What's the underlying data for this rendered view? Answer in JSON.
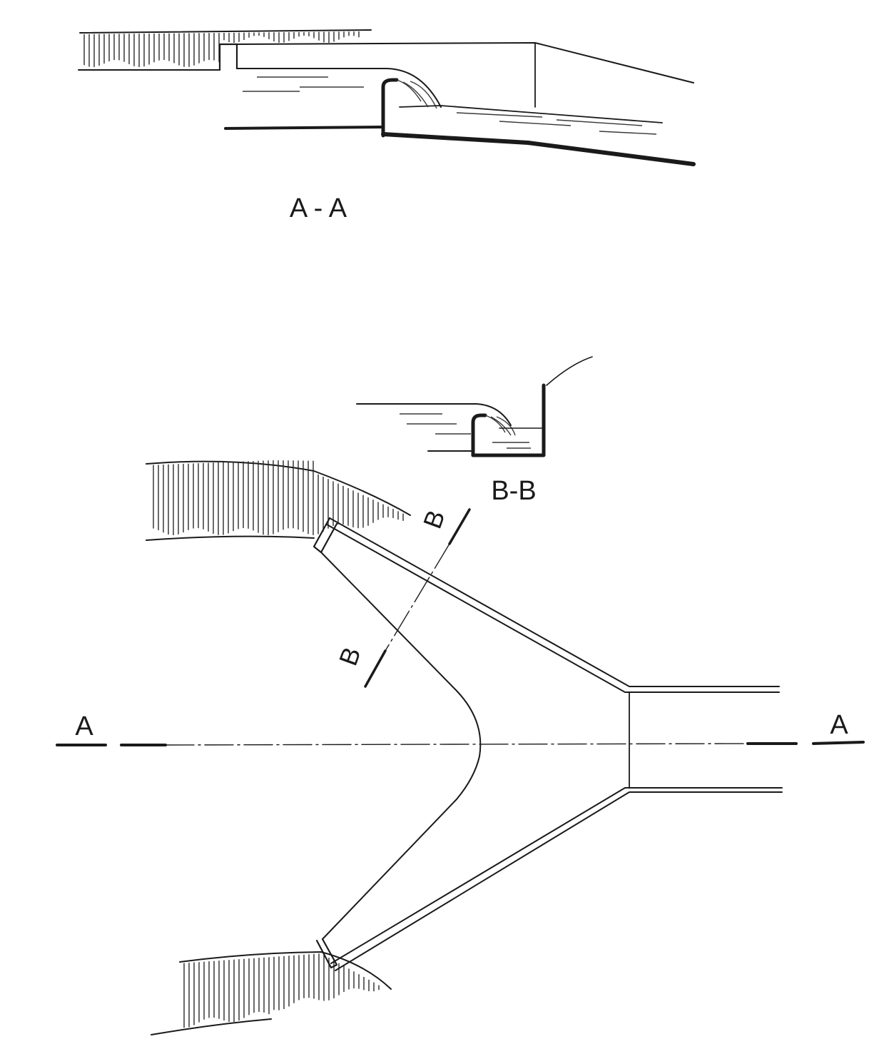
{
  "section_aa": {
    "label": "A - A"
  },
  "section_bb": {
    "label": "B-B"
  },
  "plan": {
    "cut_a_left": "A",
    "cut_a_right": "A",
    "cut_b_upper": "B",
    "cut_b_lower": "B"
  },
  "colors": {
    "ink": "#1a1a1a",
    "paper": "#ffffff"
  }
}
